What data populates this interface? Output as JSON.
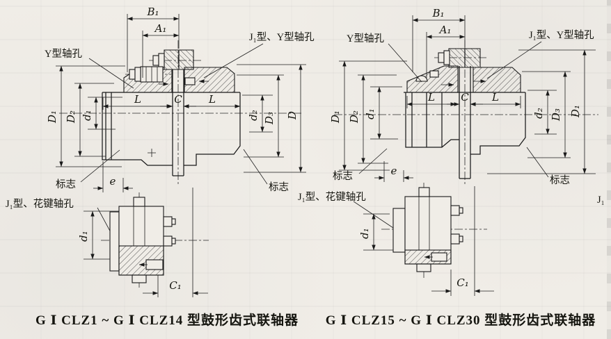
{
  "left_drawing": {
    "caption": "G Ⅰ CLZ1 ~ G Ⅰ CLZ14 型鼓形齿式联轴器",
    "labels": {
      "y_bore": "Y型轴孔",
      "j1_y_bore": "J₁型、Y型轴孔",
      "spline_bore": "J₁型、花键轴孔",
      "mark_left": "标志",
      "mark_right": "标志"
    },
    "dims": {
      "b1": "B₁",
      "a1": "A₁",
      "l_left": "L",
      "c": "C",
      "l_right": "L",
      "big_d1": "D₁",
      "big_d2": "D₂",
      "small_d1": "d₁",
      "small_d2": "d₂",
      "big_d3": "D₃",
      "big_d": "D",
      "e": "e",
      "c1": "C₁",
      "small_d1_bottom": "d₁"
    }
  },
  "right_drawing": {
    "caption": "G Ⅰ CLZ15 ~ G Ⅰ CLZ30 型鼓形齿式联轴器",
    "labels": {
      "y_bore": "Y型轴孔",
      "j1_y_bore": "J₁型、Y型轴孔",
      "spline_bore": "J₁型、花键轴孔",
      "mark_left": "标志",
      "mark_right": "标志",
      "j1_edge_fragment": "J₁"
    },
    "dims": {
      "b1": "B₁",
      "a1": "A₁",
      "l_left": "L",
      "c": "C",
      "l_right": "L",
      "big_d1_left": "D₁",
      "big_d2": "D₂",
      "small_d1": "d₁",
      "small_d2": "d₂",
      "big_d3": "D₃",
      "big_d1_right": "D₁",
      "e": "e",
      "c1": "C₁",
      "small_d1_bottom": "d₁"
    }
  }
}
